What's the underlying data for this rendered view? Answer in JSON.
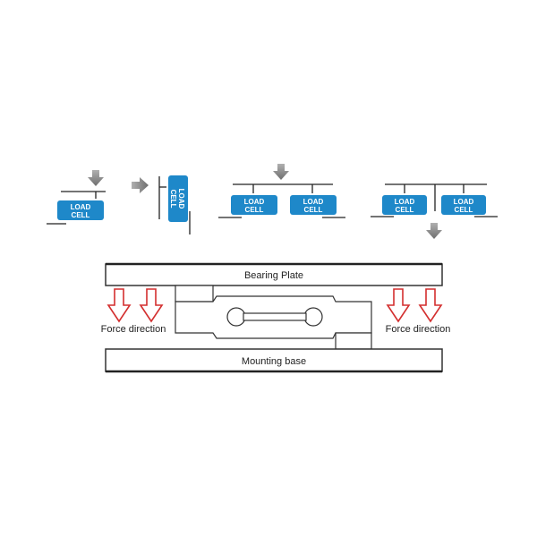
{
  "load_cell": {
    "line1": "LOAD",
    "line2": "CELL"
  },
  "bearing_plate": "Bearing Plate",
  "mounting_base": "Mounting base",
  "force_direction_left": "Force direction",
  "force_direction_right": "Force direction",
  "colors": {
    "load_cell_fill": "#1e88c9",
    "force_arrow": "#d32f2f",
    "gray_arrow": "#8c8c8c",
    "line": "#222222",
    "plate_stroke": "#333333"
  },
  "icons": [
    "down-arrow-icon",
    "right-arrow-icon",
    "force-arrow-icon"
  ]
}
